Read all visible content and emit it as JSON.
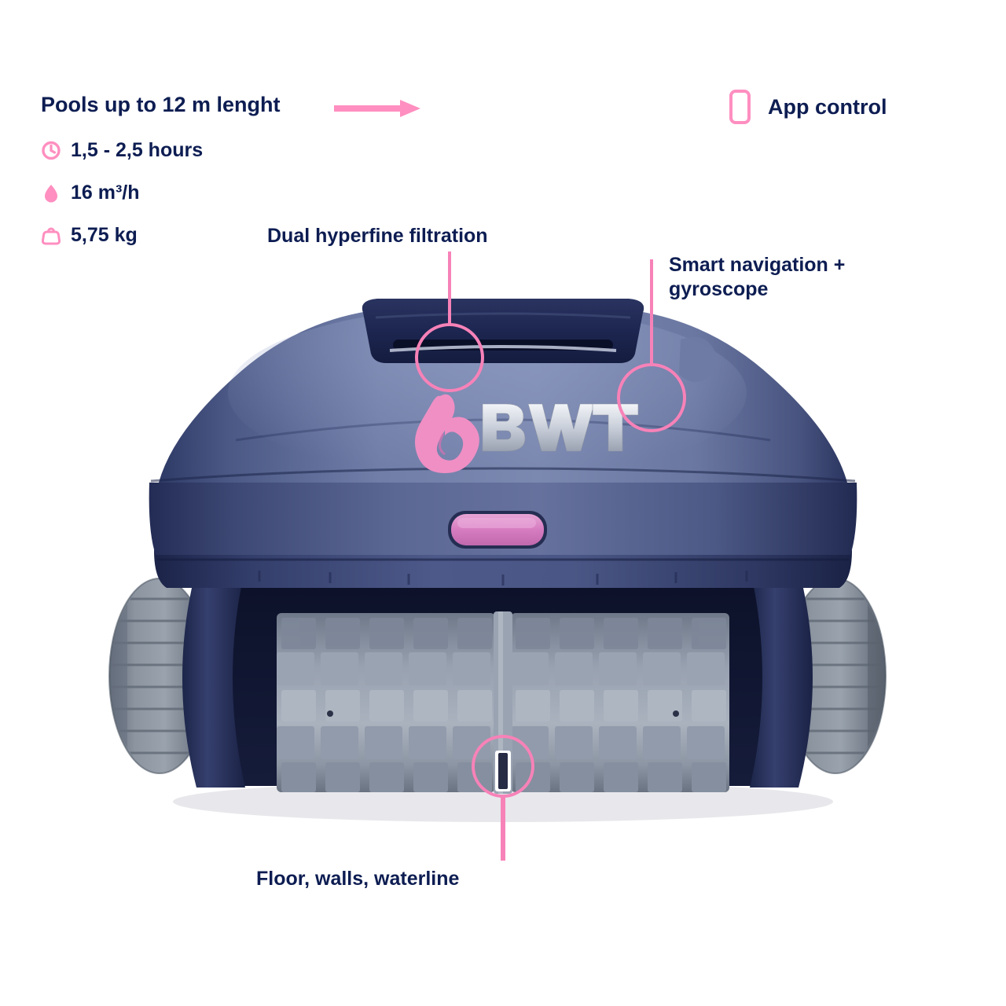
{
  "product": {
    "brand": "BWT",
    "brand_mark": "bwt-drop-logo",
    "indicator": "status-indicator-button"
  },
  "colors": {
    "navy_text": "#0d1d52",
    "pink_accent": "#ff8fc0",
    "pink_bright": "#fc6fb0",
    "body_navy": "#3f4e7e",
    "body_navy_dark": "#27325d",
    "brush_gray": "#8d97a8",
    "wheel_gray": "#7c8694",
    "indicator_pink": "#d67cc0",
    "logo_silver": "#d8dde6"
  },
  "specs": {
    "headline": "Pools up to 12 m lenght",
    "headline_arrow": "right-arrow",
    "items": [
      {
        "icon": "clock-icon",
        "label": "1,5 - 2,5 hours"
      },
      {
        "icon": "flow-drop-icon",
        "label": "16 m³/h"
      },
      {
        "icon": "weight-icon",
        "label": "5,75 kg"
      }
    ]
  },
  "app_control": {
    "icon": "smartphone-icon",
    "label": "App control"
  },
  "callouts": [
    {
      "id": "filtration",
      "label": "Dual hyperfine filtration"
    },
    {
      "id": "navigation",
      "label": "Smart navigation +\ngyroscope"
    },
    {
      "id": "surfaces",
      "label": "Floor, walls, waterline"
    }
  ]
}
